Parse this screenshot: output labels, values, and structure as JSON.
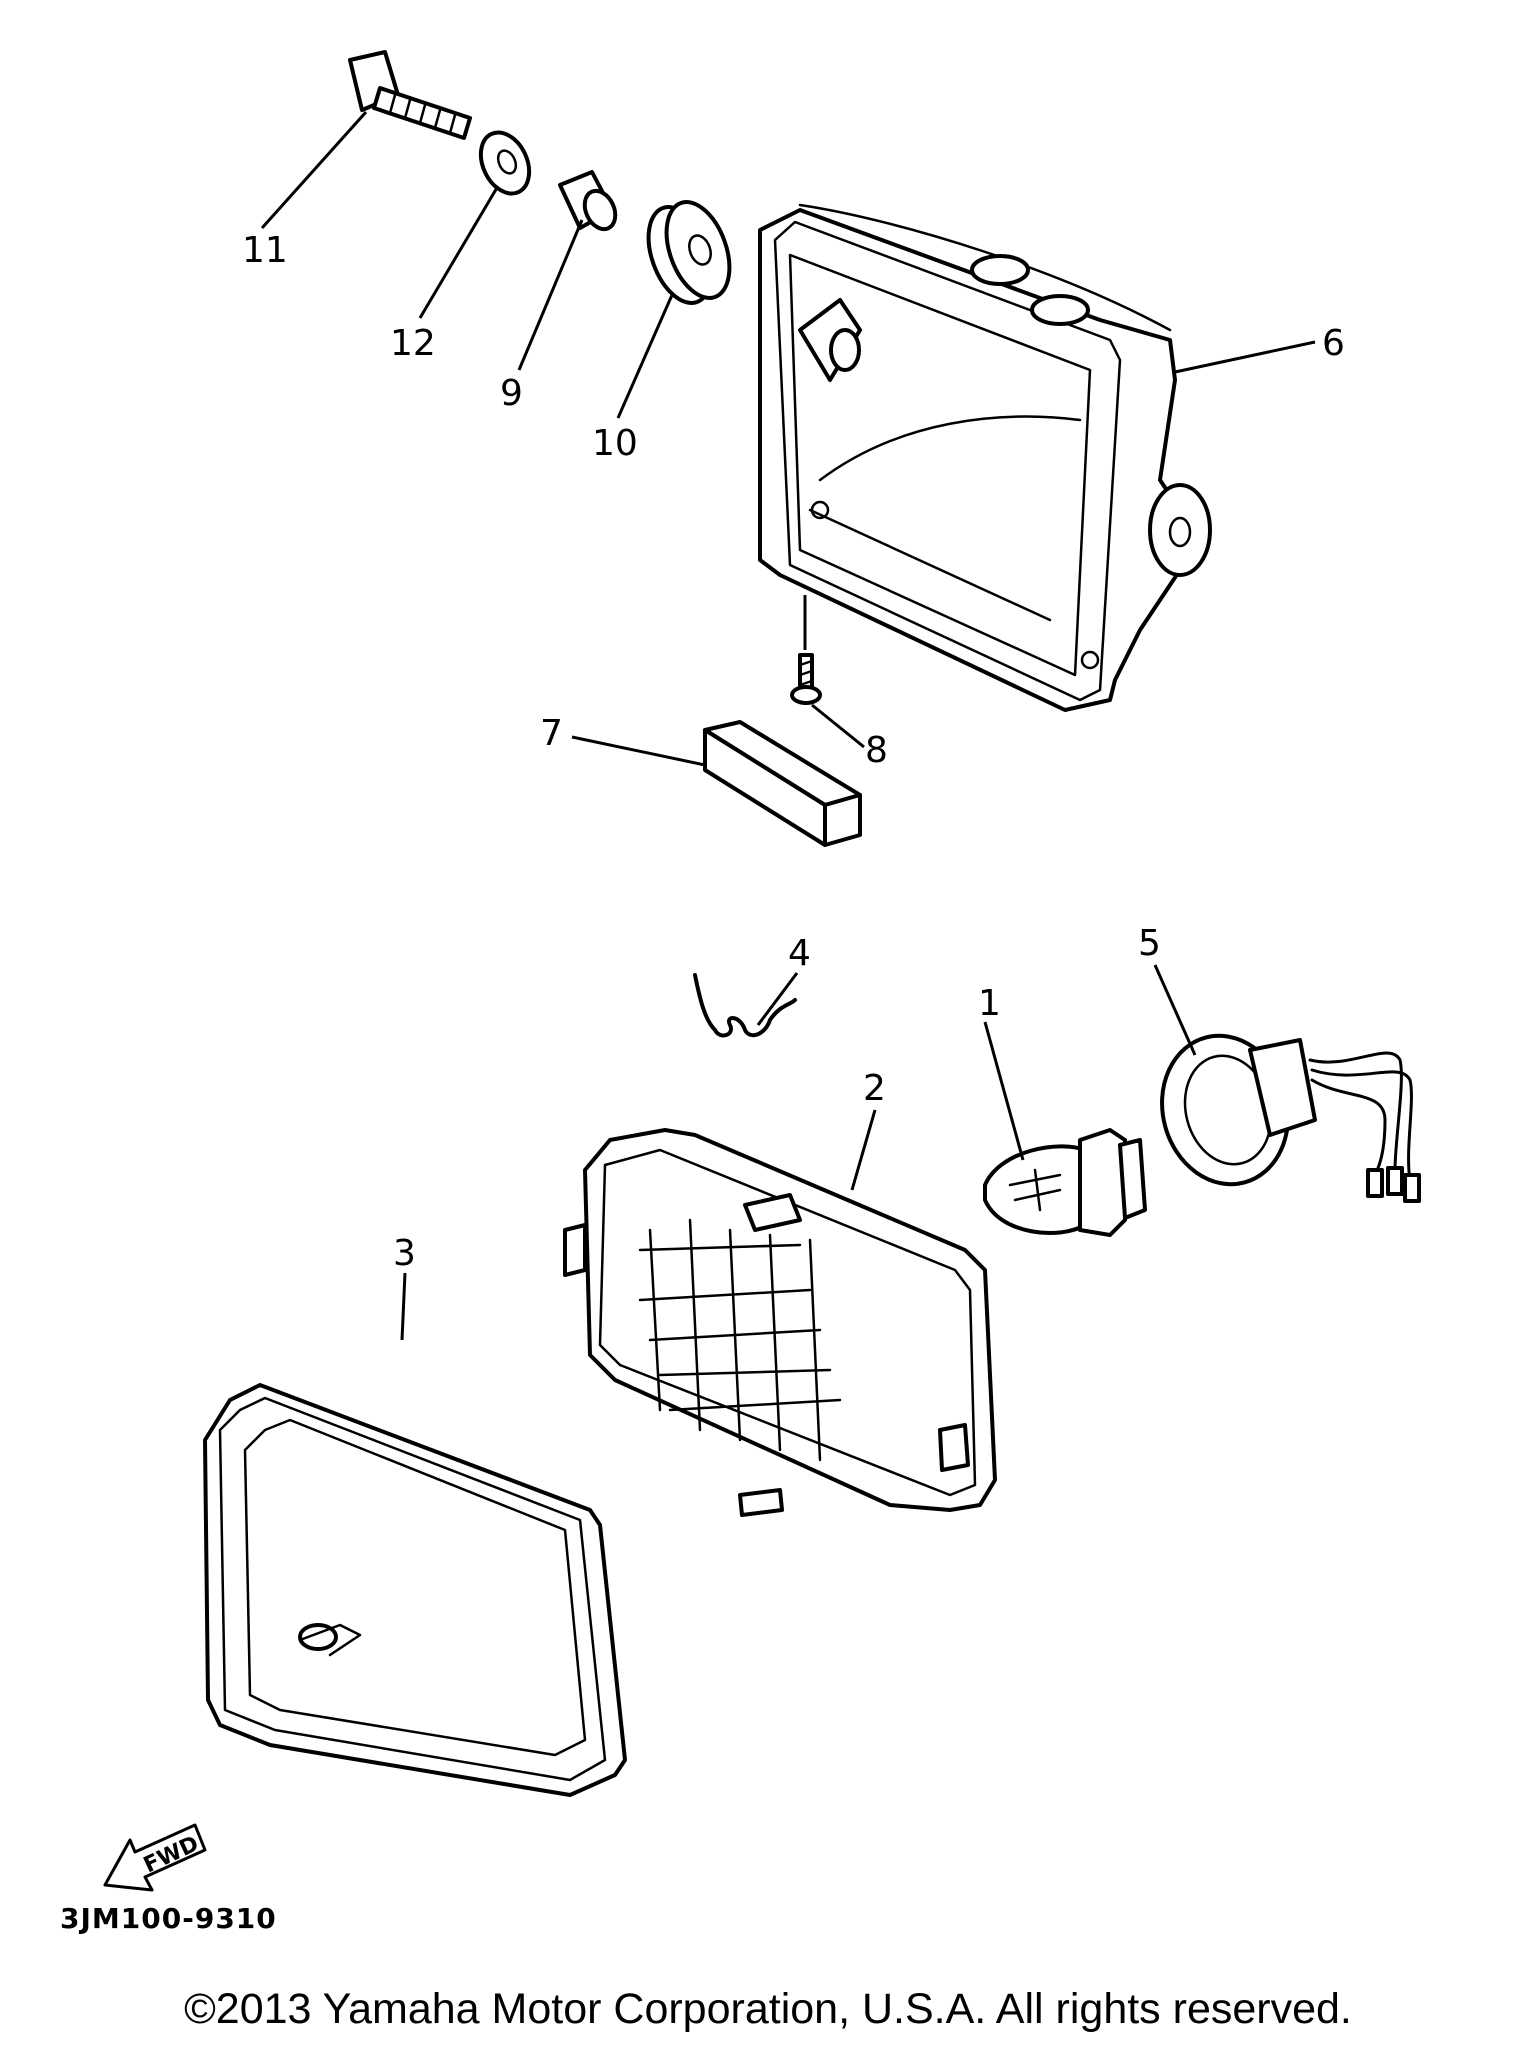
{
  "diagram": {
    "callouts": [
      {
        "id": "1",
        "text": "1"
      },
      {
        "id": "2",
        "text": "2"
      },
      {
        "id": "3",
        "text": "3"
      },
      {
        "id": "4",
        "text": "4"
      },
      {
        "id": "5",
        "text": "5"
      },
      {
        "id": "6",
        "text": "6"
      },
      {
        "id": "7",
        "text": "7"
      },
      {
        "id": "8",
        "text": "8"
      },
      {
        "id": "9",
        "text": "9"
      },
      {
        "id": "10",
        "text": "10"
      },
      {
        "id": "11",
        "text": "11"
      },
      {
        "id": "12",
        "text": "12"
      }
    ],
    "direction_label": "FWD",
    "diagram_code": "3JM100-9310"
  },
  "footer": {
    "copyright": "©2013 Yamaha Motor Corporation, U.S.A. All rights reserved."
  }
}
